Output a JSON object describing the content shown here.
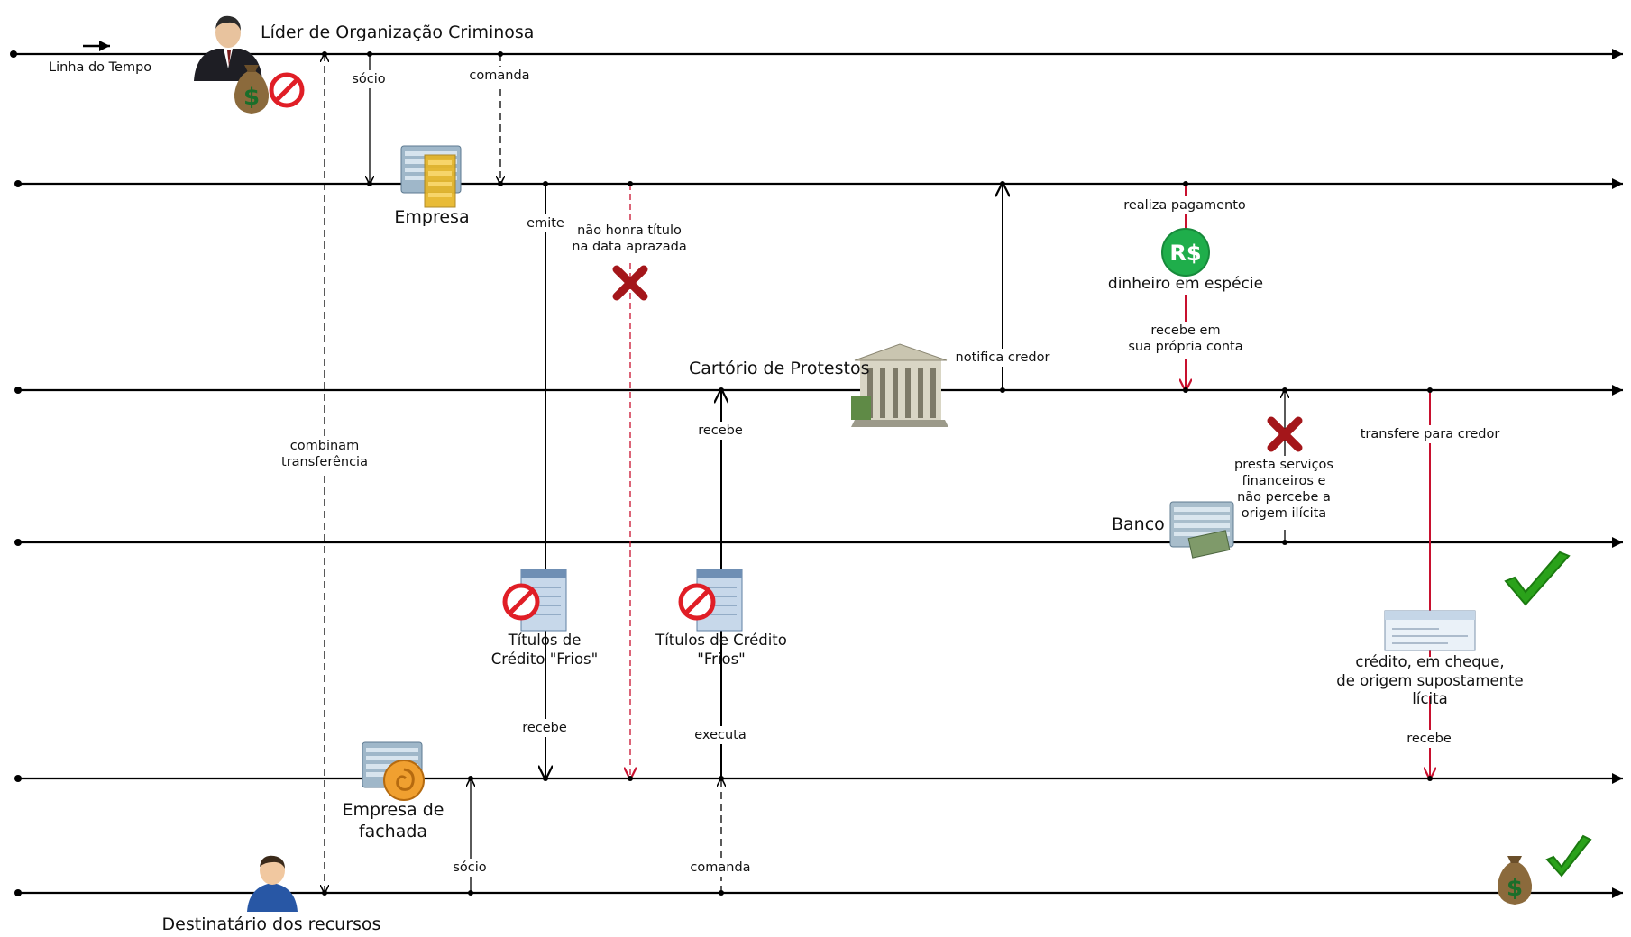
{
  "actors": {
    "leader": "Líder de Organização Criminosa",
    "company": "Empresa",
    "notary": "Cartório de Protestos",
    "bank": "Banco",
    "front_company": "Empresa de\nfachada",
    "recipient": "Destinatário dos recursos"
  },
  "timeline_label": "Linha do Tempo",
  "labels": {
    "socio_top": "sócio",
    "comanda_top": "comanda",
    "combinam": "combinam\ntransferência",
    "emite": "emite",
    "nao_honra": "não honra título\nna data aprazada",
    "recebe_cartorio": "recebe",
    "notifica": "notifica credor",
    "realiza": "realiza pagamento",
    "dinheiro": "dinheiro em espécie",
    "recebe_conta": "recebe em\nsua própria conta",
    "presta": "presta serviços\nfinanceiros e\nnão percebe a\norigem ilícita",
    "transfere": "transfere para credor",
    "titulos1": "Títulos de\nCrédito \"Frios\"",
    "titulos2": "Títulos de Crédito\n\"Frios\"",
    "credito": "crédito, em cheque,\nde origem supostamente lícita",
    "recebe_titulos": "recebe",
    "executa": "executa",
    "recebe_cheque": "recebe",
    "socio_bottom": "sócio",
    "comanda_bottom": "comanda"
  },
  "icons": {
    "money_glyph": "R$",
    "bag_glyph": "$",
    "leader_icon": "person-suit-icon",
    "recipient_icon": "person-icon",
    "prohibited_icon": "prohibited-icon",
    "cross_icon": "red-x-icon",
    "check_icon": "green-check-icon"
  },
  "colors": {
    "line": "#000000",
    "red_flow": "#c8102e",
    "green_badge": "#1fae4b",
    "red_x": "#a4161a",
    "check": "#2aa21a"
  }
}
